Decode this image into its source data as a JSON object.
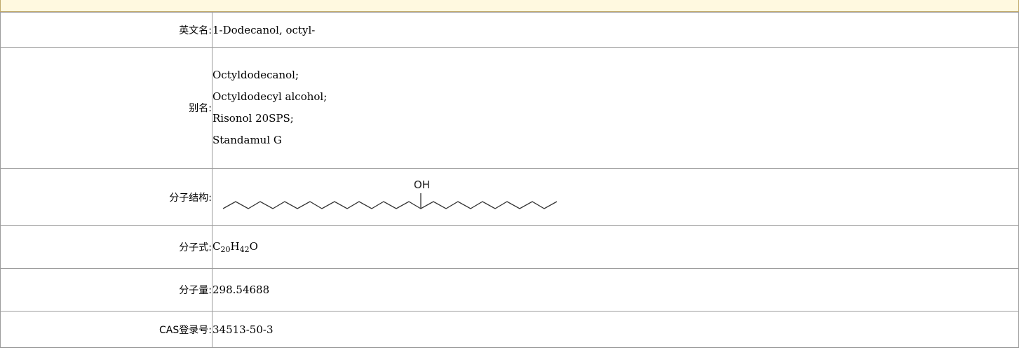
{
  "labels": {
    "english_name": "英文名:",
    "aliases": "别名:",
    "structure": "分子结构:",
    "formula": "分子式:",
    "weight": "分子量:",
    "cas": "CAS登录号:"
  },
  "values": {
    "english_name": "1-Dodecanol, octyl-",
    "aliases": [
      "Octyldodecanol;",
      "Octyldodecyl alcohol;",
      "Risonol 20SPS;",
      "Standamul G"
    ],
    "structure_label": "OH",
    "formula": {
      "c": "C",
      "c_count": "20",
      "h": "H",
      "h_count": "42",
      "o": "O"
    },
    "weight": "298.54688",
    "cas": "34513-50-3"
  }
}
